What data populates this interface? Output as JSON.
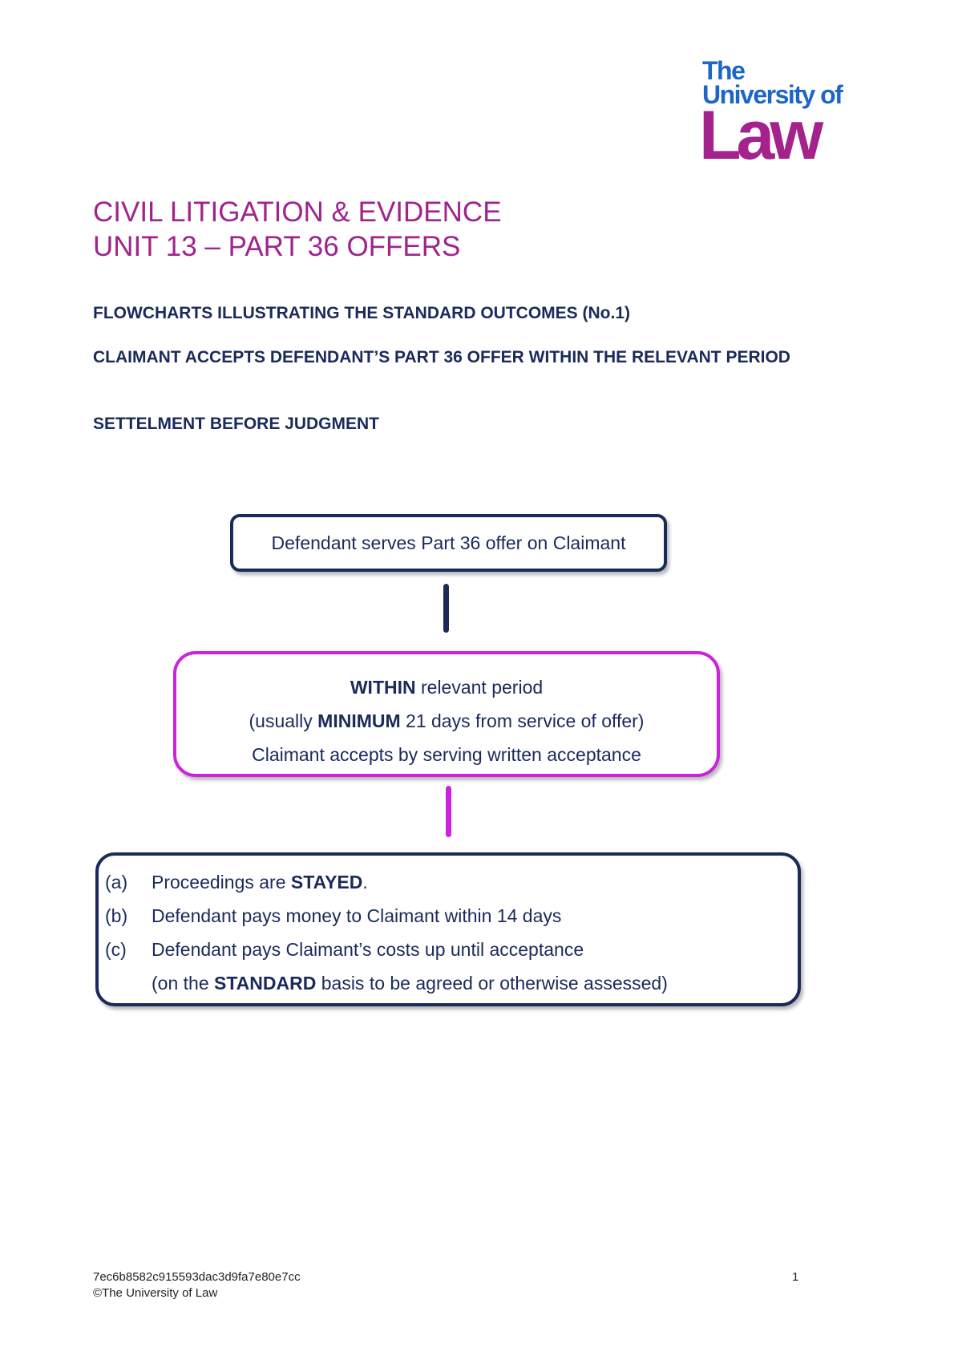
{
  "logo": {
    "line1": "The",
    "line2": "University of",
    "line3": "Law",
    "colors": {
      "blue": "#1e66c4",
      "purple": "#a3228c"
    }
  },
  "title": {
    "line1": "CIVIL LITIGATION & EVIDENCE",
    "line2": "UNIT 13 – PART 36 OFFERS"
  },
  "headings": {
    "flowcharts": "FLOWCHARTS ILLUSTRATING THE STANDARD OUTCOMES (No.1)",
    "scenario": "CLAIMANT ACCEPTS DEFENDANT’S PART 36 OFFER WITHIN THE RELEVANT PERIOD",
    "settlement": "SETTELMENT BEFORE JUDGMENT"
  },
  "flowchart": {
    "box1": {
      "text": "Defendant serves Part 36 offer on Claimant"
    },
    "box2": {
      "line1_bold": "WITHIN",
      "line1_rest": " relevant period",
      "line2_pre": "(usually ",
      "line2_bold": "MINIMUM",
      "line2_rest": " 21 days from service of offer)",
      "line3": "Claimant accepts by serving written acceptance"
    },
    "box3": {
      "a_label": "(a)",
      "a_pre": "Proceedings are ",
      "a_bold": "STAYED",
      "a_post": ".",
      "b_label": "(b)",
      "b_text": "Defendant pays money to Claimant within 14 days",
      "c_label": "(c)",
      "c_text": "Defendant pays Claimant’s costs up until acceptance",
      "c2_pre": "(on the ",
      "c2_bold": "STANDARD",
      "c2_rest": " basis to be agreed or otherwise assessed)"
    },
    "colors": {
      "navy": "#1a2a5a",
      "magenta": "#cc22dd",
      "title_purple": "#a0248c"
    }
  },
  "footer": {
    "doc_id": "7ec6b8582c915593dac3d9fa7e80e7cc",
    "copyright": "©The University of Law",
    "page_number": "1"
  }
}
